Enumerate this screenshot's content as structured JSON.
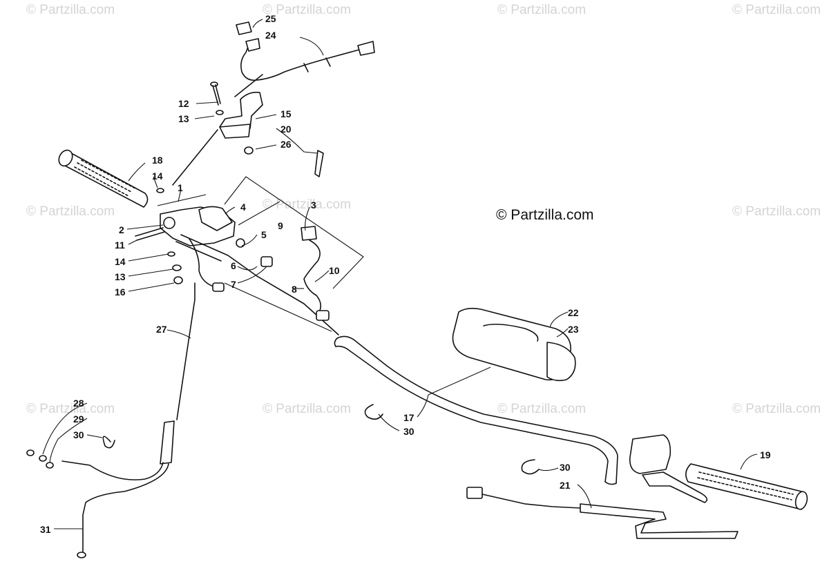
{
  "watermark_text": "© Partzilla.com",
  "copyright_text": "© Partzilla.com",
  "callouts": [
    "1",
    "2",
    "3",
    "4",
    "5",
    "6",
    "7",
    "8",
    "9",
    "10",
    "11",
    "12",
    "13",
    "13",
    "14",
    "14",
    "15",
    "16",
    "17",
    "18",
    "19",
    "20",
    "21",
    "22",
    "23",
    "24",
    "25",
    "26",
    "27",
    "28",
    "29",
    "30",
    "30",
    "30",
    "31"
  ]
}
